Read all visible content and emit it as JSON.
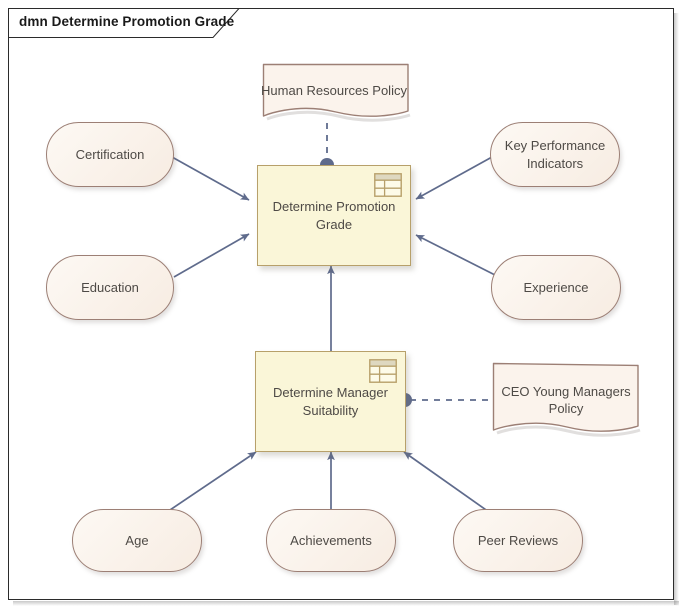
{
  "diagram": {
    "type": "dmn",
    "title": "dmn Determine Promotion Grade",
    "frame_border_color": "#2b2b2b",
    "background_color": "#ffffff"
  },
  "palette": {
    "decision_fill": "#faf6d8",
    "decision_border": "#b7a06a",
    "input_fill": "#fbf3ec",
    "input_border": "#9c7f75",
    "knowledge_fill": "#fbf3ec",
    "knowledge_border": "#9c7f75",
    "connector_color": "#5f6b8c",
    "text_color": "#4e4a46"
  },
  "nodes": {
    "decisions": [
      {
        "id": "determine-promotion-grade",
        "label": "Determine Promotion Grade",
        "icon": "decision-table-icon",
        "shape": "rectangle"
      },
      {
        "id": "determine-manager-suitability",
        "label": "Determine Manager Suitability",
        "icon": "decision-table-icon",
        "shape": "rectangle"
      }
    ],
    "input_data": [
      {
        "id": "certification",
        "label": "Certification",
        "shape": "stadium"
      },
      {
        "id": "education",
        "label": "Education",
        "shape": "stadium"
      },
      {
        "id": "key-performance-indicators",
        "label": "Key Performance Indicators",
        "shape": "stadium"
      },
      {
        "id": "experience",
        "label": "Experience",
        "shape": "stadium"
      },
      {
        "id": "age",
        "label": "Age",
        "shape": "stadium"
      },
      {
        "id": "achievements",
        "label": "Achievements",
        "shape": "stadium"
      },
      {
        "id": "peer-reviews",
        "label": "Peer Reviews",
        "shape": "stadium"
      }
    ],
    "knowledge_sources": [
      {
        "id": "human-resources-policy",
        "label": "Human Resources Policy",
        "shape": "wavy-note"
      },
      {
        "id": "ceo-young-managers-policy",
        "label": "CEO Young Managers Policy",
        "shape": "wavy-note"
      }
    ]
  },
  "connections": [
    {
      "from": "certification",
      "to": "determine-promotion-grade",
      "style": "solid",
      "arrow": "filled-triangle"
    },
    {
      "from": "education",
      "to": "determine-promotion-grade",
      "style": "solid",
      "arrow": "filled-triangle"
    },
    {
      "from": "key-performance-indicators",
      "to": "determine-promotion-grade",
      "style": "solid",
      "arrow": "filled-triangle"
    },
    {
      "from": "experience",
      "to": "determine-promotion-grade",
      "style": "solid",
      "arrow": "filled-triangle"
    },
    {
      "from": "determine-manager-suitability",
      "to": "determine-promotion-grade",
      "style": "solid",
      "arrow": "filled-triangle"
    },
    {
      "from": "human-resources-policy",
      "to": "determine-promotion-grade",
      "style": "dashed",
      "arrow": "filled-circle"
    },
    {
      "from": "age",
      "to": "determine-manager-suitability",
      "style": "solid",
      "arrow": "filled-triangle"
    },
    {
      "from": "achievements",
      "to": "determine-manager-suitability",
      "style": "solid",
      "arrow": "filled-triangle"
    },
    {
      "from": "peer-reviews",
      "to": "determine-manager-suitability",
      "style": "solid",
      "arrow": "filled-triangle"
    },
    {
      "from": "ceo-young-managers-policy",
      "to": "determine-manager-suitability",
      "style": "dashed",
      "arrow": "filled-circle"
    }
  ]
}
